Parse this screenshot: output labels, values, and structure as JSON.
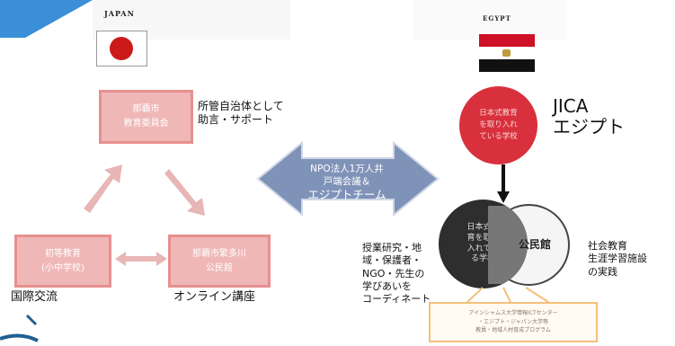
{
  "japan": {
    "flag_label": "JAPAN",
    "board_lines": [
      "那覇市",
      "教育委員会"
    ],
    "board_caption_lines": [
      "所管自治体として",
      "助言・サポート"
    ],
    "school_lines": [
      "初等教育",
      "(小中学校)"
    ],
    "community_lines": [
      "那覇市繁多川",
      "公民館"
    ],
    "international_label": "国際交流",
    "online_label": "オンライン講座"
  },
  "egypt": {
    "flag_label": "EGYPT",
    "jica_lines": [
      "JICA",
      "エジプト"
    ],
    "jp_school_lines": [
      "日本式教育",
      "を取り入れ",
      "ている学校"
    ],
    "venn_left_lines": [
      "日本式教",
      "育を取り",
      "入れてい",
      "る学校"
    ],
    "venn_right_label": "公民館",
    "social_lines": [
      "社会教育",
      "生涯学習施設",
      "の実践"
    ],
    "banner_lines": [
      "アインシャムス大学情報ICTセンター",
      "・エジプト・ジャパン大学等",
      "教員・地域人材育成プログラム"
    ]
  },
  "bridge": {
    "lines": [
      "NPO法人1万人井",
      "戸端会議＆",
      "エジプトチーム"
    ]
  },
  "coordination_lines": [
    "授業研究・地",
    "域・保護者・",
    "NGO・先生の",
    "学びあいを",
    "コーディネート"
  ],
  "colors": {
    "pink_box": "#f0b7b7",
    "pink_border": "#e78f8f",
    "pink_arrow": "#e8b6b6",
    "japan_red": "#cc1a1a",
    "egypt_red": "#ce1126",
    "egypt_gold": "#c09a3b",
    "circle_red": "#d8303c",
    "bridge_fill": "#7f92b8",
    "venn_dark": "#2e2e2e",
    "banner_border": "#f4c07a",
    "corner_blue": "#3a8fd6"
  },
  "icons": [
    "japan-flag-icon",
    "egypt-flag-icon",
    "down-arrow-icon",
    "double-arrow-icon"
  ]
}
